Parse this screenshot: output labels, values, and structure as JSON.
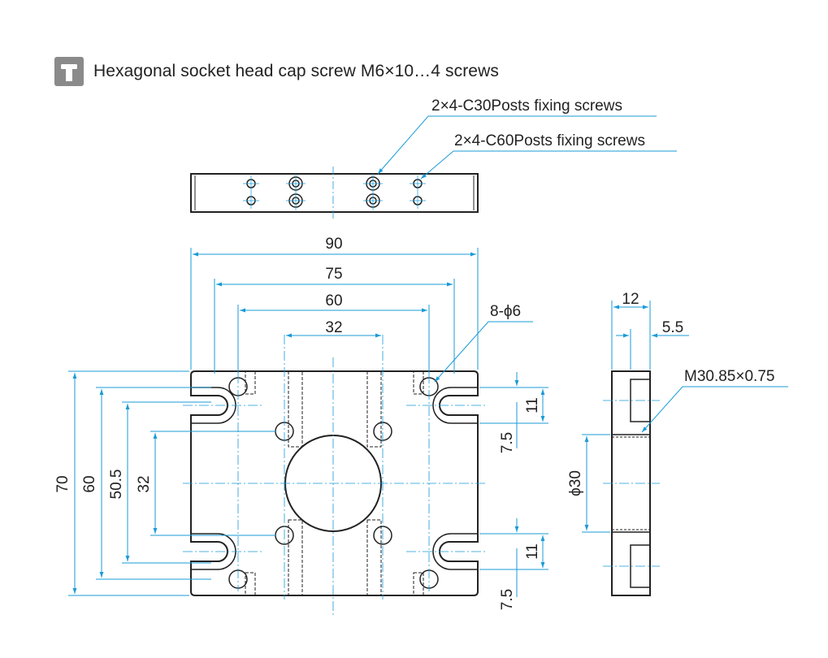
{
  "header": {
    "title": "Hexagonal socket head cap screw M6×10…4 screws",
    "icon": "screw-icon"
  },
  "callouts": {
    "c30": "2×4-C30Posts fixing screws",
    "c60": "2×4-C60Posts fixing screws",
    "holes": "8-ϕ6",
    "thread": "M30.85×0.75",
    "bore": "ϕ30"
  },
  "dimensions": {
    "w90": "90",
    "w75": "75",
    "w60": "60",
    "w32": "32",
    "h70": "70",
    "h60": "60",
    "h50_5": "50.5",
    "h32": "32",
    "slot11_top": "11",
    "slot7_5_top": "7.5",
    "slot11_bot": "11",
    "slot7_5_bot": "7.5",
    "thick12": "12",
    "thick5_5": "5.5"
  },
  "colors": {
    "outline": "#222222",
    "dimension": "#1a9bd7",
    "fill": "#4a4a4a"
  }
}
